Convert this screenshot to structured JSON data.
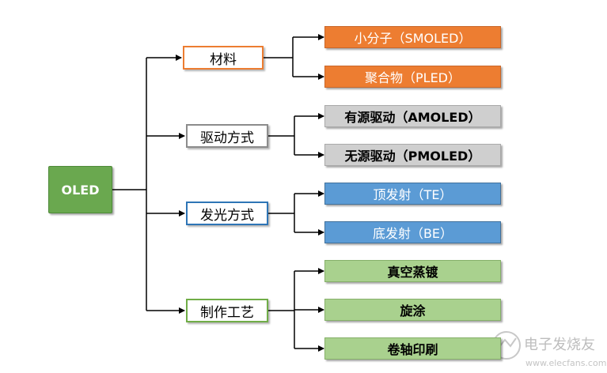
{
  "root": {
    "label": "OLED",
    "color": "#6aa84f"
  },
  "categories": [
    {
      "label": "材料",
      "border": "#ed7d31",
      "items": [
        "小分子（SMOLED）",
        "聚合物（PLED）"
      ],
      "item_color": "#ed7d31"
    },
    {
      "label": "驱动方式",
      "border": "#8c8c8c",
      "items": [
        "有源驱动（AMOLED）",
        "无源驱动（PMOLED）"
      ],
      "item_color": "#cfcfcf"
    },
    {
      "label": "发光方式",
      "border": "#2e75b6",
      "items": [
        "顶发射（TE）",
        "底发射（BE）"
      ],
      "item_color": "#5b9bd5"
    },
    {
      "label": "制作工艺",
      "border": "#70ad47",
      "items": [
        "真空蒸镀",
        "旋涂",
        "卷轴印刷"
      ],
      "item_color": "#a9d18e"
    }
  ],
  "watermark": {
    "text": "电子发烧友",
    "url": "www.elecfans.com"
  }
}
